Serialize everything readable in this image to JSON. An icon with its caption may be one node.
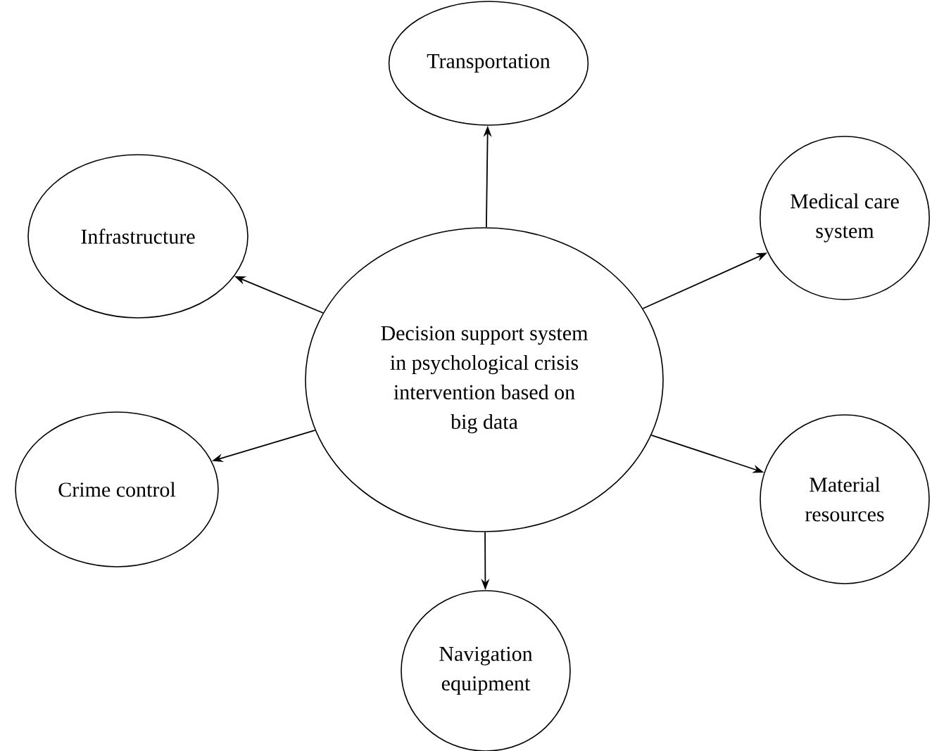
{
  "diagram": {
    "nodes": [
      {
        "text": [
          "Transportation"
        ]
      },
      {
        "text": [
          "Infrastructure"
        ]
      },
      {
        "text": [
          "Medical care system"
        ]
      },
      {
        "text": [
          "Decision support system in psychological crisis intervention based on big data"
        ]
      },
      {
        "text": [
          "Crime control"
        ]
      },
      {
        "text": [
          "Material resources"
        ]
      },
      {
        "text": [
          "Navigation equipment"
        ]
      }
    ],
    "edges": [
      {
        "from": 3,
        "to": 0,
        "arrow": "to"
      },
      {
        "from": 3,
        "to": 1,
        "arrow": "to"
      },
      {
        "from": 3,
        "to": 2,
        "arrow": "to"
      },
      {
        "from": 3,
        "to": 4,
        "arrow": "to"
      },
      {
        "from": 3,
        "to": 5,
        "arrow": "to"
      },
      {
        "from": 3,
        "to": 6,
        "arrow": "to"
      }
    ]
  }
}
